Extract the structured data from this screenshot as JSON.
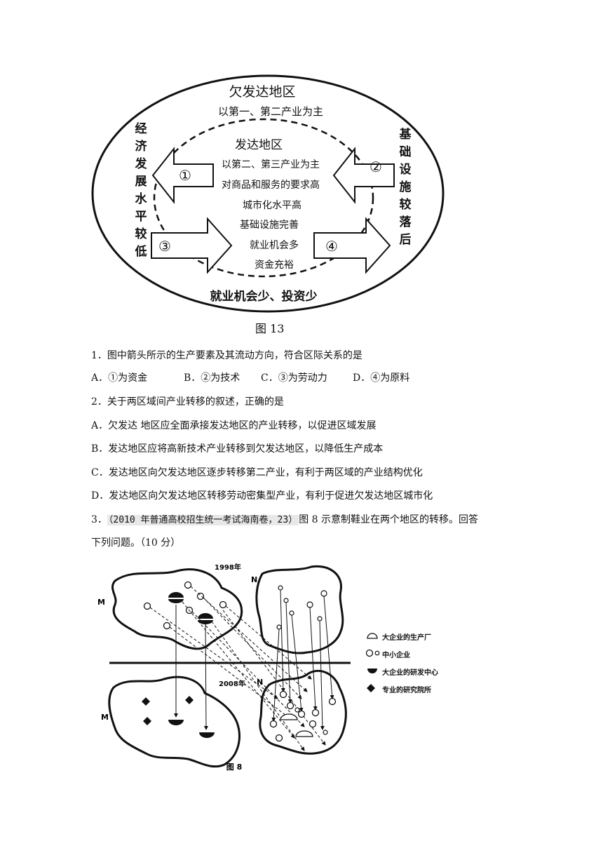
{
  "figure13": {
    "outer_title": "欠发达地区",
    "outer_subtitle": "以第一、第二产业为主",
    "inner_title": "发达地区",
    "inner_lines": [
      "以第二、第三产业为主",
      "对商品和服务的要求高",
      "城市化水平高",
      "基础设施完善",
      "就业机会多",
      "资金充裕"
    ],
    "left_vertical": "经济发展水平较低",
    "right_vertical": "基础设施较落后",
    "bottom_text": "就业机会少、投资少",
    "arrow_labels": [
      "①",
      "②",
      "③",
      "④"
    ],
    "caption": "图 13"
  },
  "questions": {
    "q1": "1．图中箭头所示的生产要素及其流动方向，符合区际关系的是",
    "q1_options": [
      "A．①为资金",
      "B．②为技术",
      "C．③为劳动力",
      "D．④为原料"
    ],
    "q2": "2．关于两区域间产业转移的叙述，正确的是",
    "q2_options": [
      "A．欠发达 地区应全面承接发达地区的产业转移，以促进区域发展",
      "B．发达地区应将高新技术产业转移到欠发达地区，以降低生产成本",
      "C．发达地区向欠发达地区逐步转移第二产业，有利于两区域的产业结构优化",
      "D．发达地区向欠发达地区转移劳动密集型产业，有利于促进欠发达地区城市化"
    ],
    "q3_number": "3．",
    "q3_source": "（2010 年普通高校招生统一考试海南卷，23）",
    "q3_text": "图 8 示意制鞋业在两个地区的转移。回答",
    "q3_text2": "下列问题。（10 分）"
  },
  "figure8": {
    "year_top": "1998年",
    "year_bottom": "2008年",
    "region_m": "M",
    "region_n": "N",
    "caption": "图 8",
    "legend": [
      "大企业的生产厂",
      "中小企业",
      "大企业的研发中心",
      "专业的研究院所"
    ]
  }
}
